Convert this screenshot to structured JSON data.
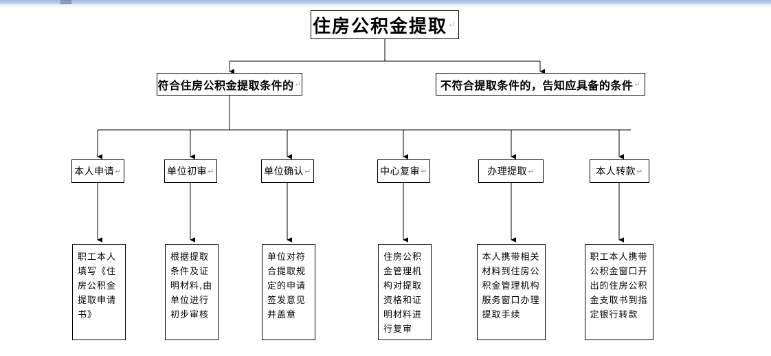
{
  "diagram": {
    "type": "flowchart",
    "orientation": "top-down",
    "title_node": {
      "id": "root",
      "label": "住房公积金提取",
      "mark": "↵"
    },
    "level2": [
      {
        "id": "eligible",
        "label": "符合住房公积金提取条件的",
        "mark": "↵"
      },
      {
        "id": "not-eligible",
        "label": "不符合提取条件的，告知应具备的条件",
        "mark": "↵"
      }
    ],
    "steps": [
      {
        "id": "step-1",
        "label": "本人申请",
        "mark": "↵"
      },
      {
        "id": "step-2",
        "label": "单位初审",
        "mark": "↵"
      },
      {
        "id": "step-3",
        "label": "单位确认",
        "mark": "↵"
      },
      {
        "id": "step-4",
        "label": "中心复审",
        "mark": "↵"
      },
      {
        "id": "step-5",
        "label": "办理提取",
        "mark": "↵"
      },
      {
        "id": "step-6",
        "label": "本人转款",
        "mark": "↵"
      }
    ],
    "details": [
      {
        "id": "detail-1",
        "label": "职工本人填写《住房公积金提取申请书》"
      },
      {
        "id": "detail-2",
        "label": "根据提取条件及证明材料,由单位进行初步审核"
      },
      {
        "id": "detail-3",
        "label": "单位对符合提取规定的申请签发意见并盖章"
      },
      {
        "id": "detail-4",
        "label": "住房公积金管理机构对提取资格和证明材料进行复审"
      },
      {
        "id": "detail-5",
        "label": "本人携带相关材料到住房公积金管理机构服务窗口办理提取手续"
      },
      {
        "id": "detail-6",
        "label": "职工本人携带公积金窗口开出的住房公积金支取书到指定银行转款"
      }
    ],
    "colors": {
      "stroke": "#000000",
      "fill": "#ffffff",
      "page": "#ffffff",
      "chrome": "#a8bcdd",
      "mark": "#9aa0a6"
    }
  }
}
